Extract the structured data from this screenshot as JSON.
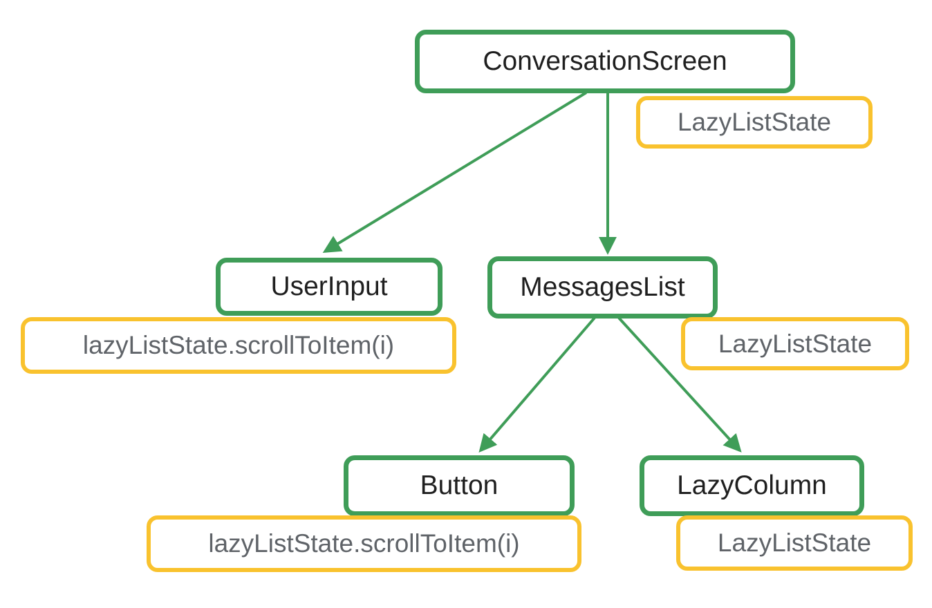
{
  "diagram": {
    "kind": "composable-state-hoisting-tree",
    "colors": {
      "composable_border": "#3f9d58",
      "state_border": "#f9c22e",
      "composable_text": "#1f1f1f",
      "state_text": "#5f6368",
      "arrow": "#3f9d58",
      "background": "#ffffff"
    },
    "nodes": {
      "conversation_screen": {
        "label": "ConversationScreen",
        "kind": "composable"
      },
      "conversation_screen_state": {
        "label": "LazyListState",
        "kind": "state"
      },
      "user_input": {
        "label": "UserInput",
        "kind": "composable"
      },
      "user_input_callback": {
        "label": "lazyListState.scrollToItem(i)",
        "kind": "state"
      },
      "messages_list": {
        "label": "MessagesList",
        "kind": "composable"
      },
      "messages_list_state": {
        "label": "LazyListState",
        "kind": "state"
      },
      "button": {
        "label": "Button",
        "kind": "composable"
      },
      "button_callback": {
        "label": "lazyListState.scrollToItem(i)",
        "kind": "state"
      },
      "lazy_column": {
        "label": "LazyColumn",
        "kind": "composable"
      },
      "lazy_column_state": {
        "label": "LazyListState",
        "kind": "state"
      }
    },
    "edges": [
      {
        "from": "conversation_screen",
        "to": "user_input"
      },
      {
        "from": "conversation_screen",
        "to": "messages_list"
      },
      {
        "from": "messages_list",
        "to": "button"
      },
      {
        "from": "messages_list",
        "to": "lazy_column"
      }
    ]
  }
}
